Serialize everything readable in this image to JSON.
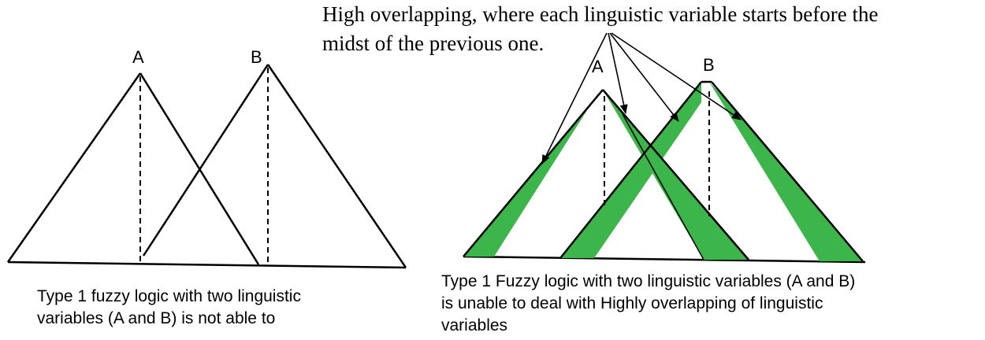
{
  "left_panel": {
    "label_a": "A",
    "label_b": "B",
    "caption_lines": [
      "Type 1 fuzzy logic with two linguistic",
      "variables (A and B) is not able to"
    ]
  },
  "right_panel": {
    "label_a": "A",
    "label_b": "B",
    "annotation_lines": [
      "High overlapping, where each linguistic variable starts before the",
      "midst of the previous one."
    ],
    "caption_lines": [
      "Type 1 Fuzzy logic with two linguistic variables (A and B)",
      "is unable to deal with Highly overlapping of linguistic",
      "variables"
    ]
  },
  "colors": {
    "line": "#000000",
    "footprint_fill": "#3cb54a",
    "background": "#ffffff"
  }
}
